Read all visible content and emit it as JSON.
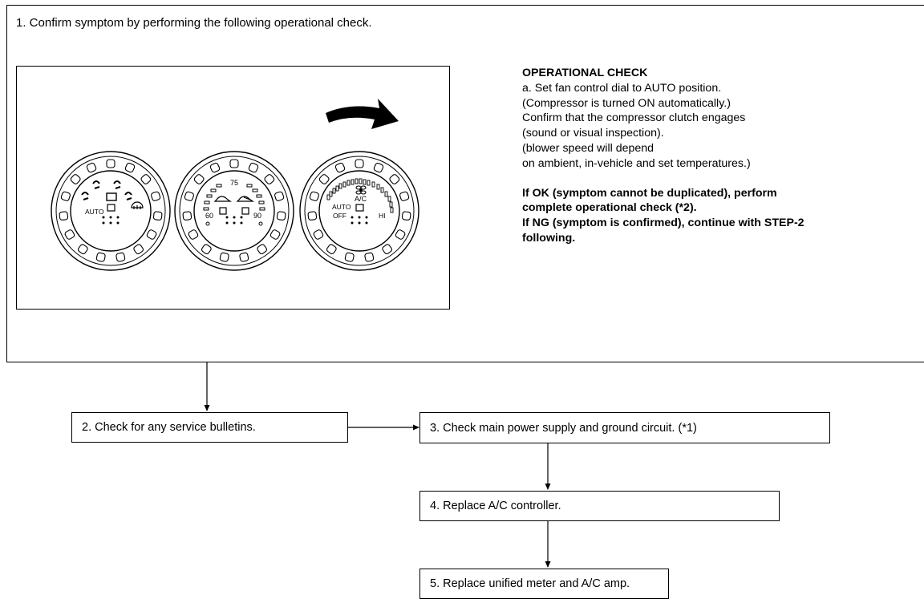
{
  "step1": {
    "title": "1. Confirm symptom by performing the following operational check."
  },
  "controls": {
    "mode_dial": {
      "auto_label": "AUTO"
    },
    "temp_dial": {
      "top": "75",
      "left": "60",
      "right": "90"
    },
    "fan_dial": {
      "ac_label": "A/C",
      "auto_label": "AUTO",
      "off_label": "OFF",
      "hi_label": "HI"
    }
  },
  "operational_check": {
    "heading": "OPERATIONAL CHECK",
    "lines": [
      "a. Set fan control dial to AUTO position.",
      "(Compressor is turned ON automatically.)",
      "Confirm that the compressor clutch engages",
      "(sound or visual inspection).",
      "(blower speed will depend",
      "on ambient, in-vehicle and set temperatures.)"
    ],
    "result_lines": [
      "If OK (symptom cannot be duplicated), perform",
      "complete operational check (*2).",
      "If NG (symptom is confirmed), continue with STEP-2",
      "following."
    ]
  },
  "steps": {
    "step2": "2. Check for any service bulletins.",
    "step3": "3. Check main power supply and ground circuit. (*1)",
    "step4": "4. Replace A/C controller.",
    "step5": "5. Replace unified meter and A/C amp."
  }
}
